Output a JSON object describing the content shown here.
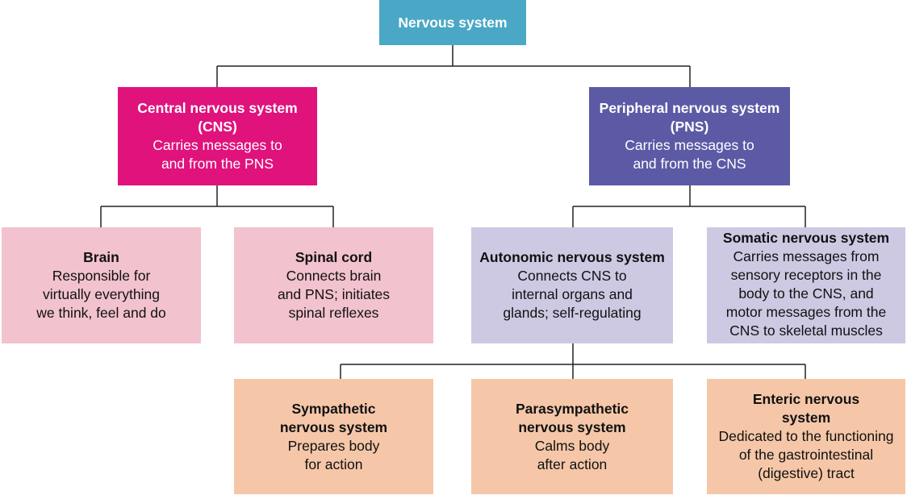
{
  "colors": {
    "root": "#4aa8c6",
    "cns": "#e0127c",
    "pns": "#5c5aa5",
    "cns_children": "#f2c2ce",
    "pns_children": "#cdc9e3",
    "ans_children": "#f5c7a8"
  },
  "nodes": {
    "root": {
      "title": "Nervous system",
      "lines": []
    },
    "cns": {
      "title": [
        "Central nervous system",
        "(CNS)"
      ],
      "lines": [
        "Carries messages to",
        "and from the PNS"
      ]
    },
    "pns": {
      "title": [
        "Peripheral nervous system",
        "(PNS)"
      ],
      "lines": [
        "Carries messages to",
        "and from the CNS"
      ]
    },
    "brain": {
      "title": [
        "Brain"
      ],
      "lines": [
        "Responsible for",
        "virtually everything",
        "we think, feel and do"
      ]
    },
    "spinal": {
      "title": [
        "Spinal cord"
      ],
      "lines": [
        "Connects brain",
        "and PNS; initiates",
        "spinal reflexes"
      ]
    },
    "autonomic": {
      "title": [
        "Autonomic nervous system"
      ],
      "lines": [
        "Connects CNS to",
        "internal organs and",
        "glands; self-regulating"
      ]
    },
    "somatic": {
      "title": [
        "Somatic nervous system"
      ],
      "lines": [
        "Carries messages from",
        "sensory receptors in the",
        "body to the CNS, and",
        "motor messages from the",
        "CNS to skeletal muscles"
      ]
    },
    "sympathetic": {
      "title": [
        "Sympathetic",
        "nervous system"
      ],
      "lines": [
        "Prepares body",
        "for action"
      ]
    },
    "parasympathetic": {
      "title": [
        "Parasympathetic",
        "nervous system"
      ],
      "lines": [
        "Calms body",
        "after action"
      ]
    },
    "enteric": {
      "title": [
        "Enteric nervous",
        "system"
      ],
      "lines": [
        "Dedicated to the functioning",
        "of the gastrointestinal",
        "(digestive) tract"
      ]
    }
  }
}
